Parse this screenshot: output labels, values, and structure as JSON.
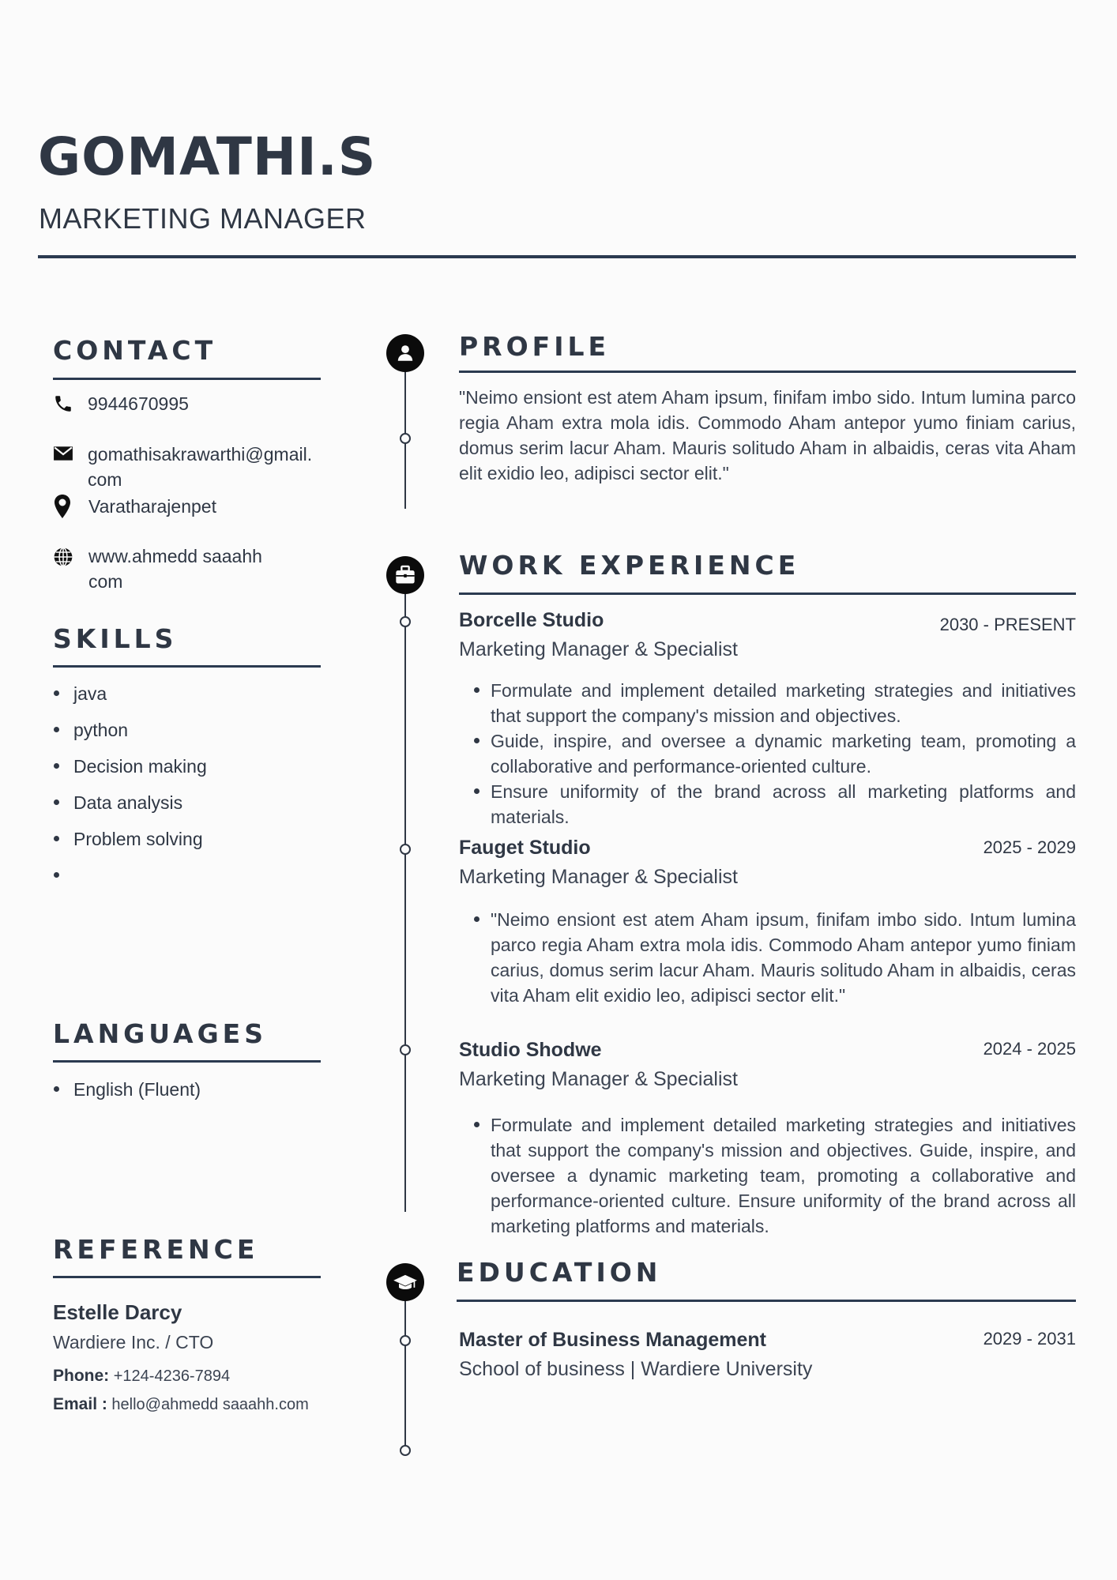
{
  "header": {
    "name": "GOMATHI.S",
    "title": "MARKETING MANAGER"
  },
  "contact": {
    "heading": "CONTACT",
    "phone": "9944670995",
    "email_line1": "gomathisakrawarthi@gmail.",
    "email_line2": "com",
    "location": "Varatharajenpet",
    "website_line1": "www.ahmedd saaahh",
    "website_line2": "com"
  },
  "skills": {
    "heading": "SKILLS",
    "items": [
      "java",
      "python",
      "Decision  making",
      "Data analysis",
      "Problem solving",
      ""
    ]
  },
  "languages": {
    "heading": "LANGUAGES",
    "items": [
      "English (Fluent)"
    ]
  },
  "reference": {
    "heading": "REFERENCE",
    "name": "Estelle Darcy",
    "org": "Wardiere Inc. / CTO",
    "phone_label": "Phone:",
    "phone": "+124-4236-7894",
    "email_label": "Email :",
    "email": "hello@ahmedd saaahh.com"
  },
  "profile": {
    "heading": "PROFILE",
    "text": "\"Neimo ensiont est atem Aham ipsum, finifam imbo sido. Intum lumina parco regia Aham extra mola idis. Commodo Aham antepor yumo finiam carius, domus serim lacur Aham. Mauris solitudo Aham in albaidis, ceras vita Aham elit exidio leo, adipisci sector elit.\""
  },
  "experience": {
    "heading": "WORK EXPERIENCE",
    "jobs": [
      {
        "company": "Borcelle Studio",
        "date": "2030 - PRESENT",
        "role": "Marketing Manager & Specialist",
        "bullets": [
          "Formulate and implement detailed marketing strategies and initiatives that support the company's mission and objectives.",
          "Guide, inspire, and oversee a dynamic marketing team, promoting a collaborative and performance-oriented culture.",
          "Ensure uniformity of the brand across all marketing platforms and materials."
        ]
      },
      {
        "company": "Fauget Studio",
        "date": "2025 -  2029",
        "role": "Marketing Manager & Specialist",
        "bullets": [
          "\"Neimo ensiont est atem Aham ipsum, finifam imbo sido. Intum lumina parco regia Aham extra mola idis. Commodo Aham antepor yumo finiam carius, domus serim lacur Aham. Mauris solitudo Aham in albaidis, ceras vita Aham elit exidio leo, adipisci sector elit.\""
        ]
      },
      {
        "company": "Studio Shodwe",
        "date": "2024 - 2025",
        "role": "Marketing Manager & Specialist",
        "bullets": [
          "Formulate and implement detailed marketing strategies and initiatives that support the company's mission and objectives. Guide, inspire, and oversee a dynamic marketing team, promoting a collaborative and performance-oriented culture. Ensure uniformity of the brand across all marketing platforms and materials."
        ]
      }
    ]
  },
  "education": {
    "heading": "EDUCATION",
    "degree": "Master of Business Management",
    "date": "2029 - 2031",
    "school": "School of business | Wardiere University"
  },
  "icons": [
    "phone-icon",
    "mail-icon",
    "location-pin-icon",
    "globe-icon",
    "user-icon",
    "briefcase-icon",
    "graduation-cap-icon"
  ],
  "colors": {
    "text": "#2f3744",
    "rule": "#2b3a50",
    "badge": "#0b0b0b",
    "background": "#fbfbfb"
  }
}
